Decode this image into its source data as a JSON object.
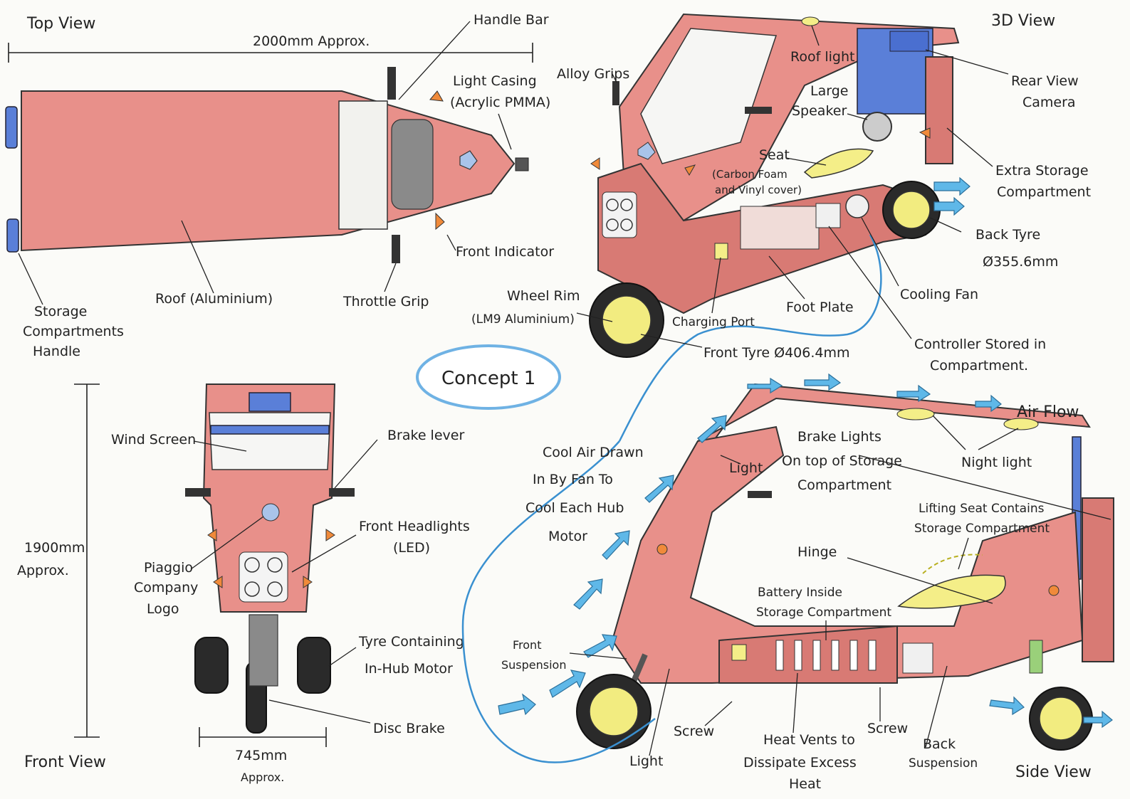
{
  "views": {
    "top": "Top View",
    "three_d": "3D View",
    "front": "Front View",
    "side": "Side View"
  },
  "concept": "Concept 1",
  "dimensions": {
    "length": "2000mm Approx.",
    "height_1": "1900mm",
    "height_2": "Approx.",
    "width_1": "745mm",
    "width_2": "Approx."
  },
  "top_view": {
    "handle_bar": "Handle Bar",
    "light_casing_1": "Light Casing",
    "light_casing_2": "(Acrylic PMMA)",
    "front_indicator": "Front Indicator",
    "throttle_grip": "Throttle Grip",
    "roof": "Roof (Aluminium)",
    "storage_handle_1": "Storage",
    "storage_handle_2": "Compartments",
    "storage_handle_3": "Handle"
  },
  "three_d_view": {
    "alloy_grips": "Alloy Grips",
    "roof_light": "Roof light",
    "rear_camera_1": "Rear View",
    "rear_camera_2": "Camera",
    "speaker_1": "Large",
    "speaker_2": "Speaker",
    "seat": "Seat",
    "seat_note_1": "(Carbon Foam",
    "seat_note_2": "and Vinyl cover)",
    "extra_storage_1": "Extra Storage",
    "extra_storage_2": "Compartment",
    "back_tyre_1": "Back Tyre",
    "back_tyre_2": "Ø355.6mm",
    "wheel_rim_1": "Wheel Rim",
    "wheel_rim_2": "(LM9 Aluminium)",
    "charging_port": "Charging Port",
    "foot_plate": "Foot Plate",
    "cooling_fan": "Cooling Fan",
    "front_tyre": "Front Tyre Ø406.4mm",
    "controller_1": "Controller Stored in",
    "controller_2": "Compartment."
  },
  "front_view": {
    "wind_screen": "Wind Screen",
    "brake_lever": "Brake lever",
    "headlights_1": "Front Headlights",
    "headlights_2": "(LED)",
    "logo_1": "Piaggio",
    "logo_2": "Company",
    "logo_3": "Logo",
    "tyre_motor_1": "Tyre Containing",
    "tyre_motor_2": "In-Hub Motor",
    "disc_brake": "Disc Brake"
  },
  "side_view": {
    "cool_air_1": "Cool Air Drawn",
    "cool_air_2": "In By Fan To",
    "cool_air_3": "Cool Each Hub",
    "cool_air_4": "Motor",
    "light_top": "Light",
    "brake_lights_1": "Brake Lights",
    "brake_lights_2": "On top of Storage",
    "brake_lights_3": "Compartment",
    "air_flow": "Air Flow",
    "night_light": "Night light",
    "lifting_seat_1": "Lifting Seat Contains",
    "lifting_seat_2": "Storage Compartment",
    "hinge": "Hinge",
    "battery_1": "Battery Inside",
    "battery_2": "Storage Compartment",
    "front_susp_1": "Front",
    "front_susp_2": "Suspension",
    "screw_left": "Screw",
    "screw_right": "Screw",
    "heat_vents_1": "Heat Vents to",
    "heat_vents_2": "Dissipate Excess",
    "heat_vents_3": "Heat",
    "back_susp_1": "Back",
    "back_susp_2": "Suspension",
    "light_bottom": "Light"
  },
  "colors": {
    "body": "#e8908a",
    "accent_blue": "#5a7fd8",
    "seat_yellow": "#f4ee88",
    "indicator_orange": "#f08a3a",
    "air_arrow": "#5fb8e8"
  }
}
